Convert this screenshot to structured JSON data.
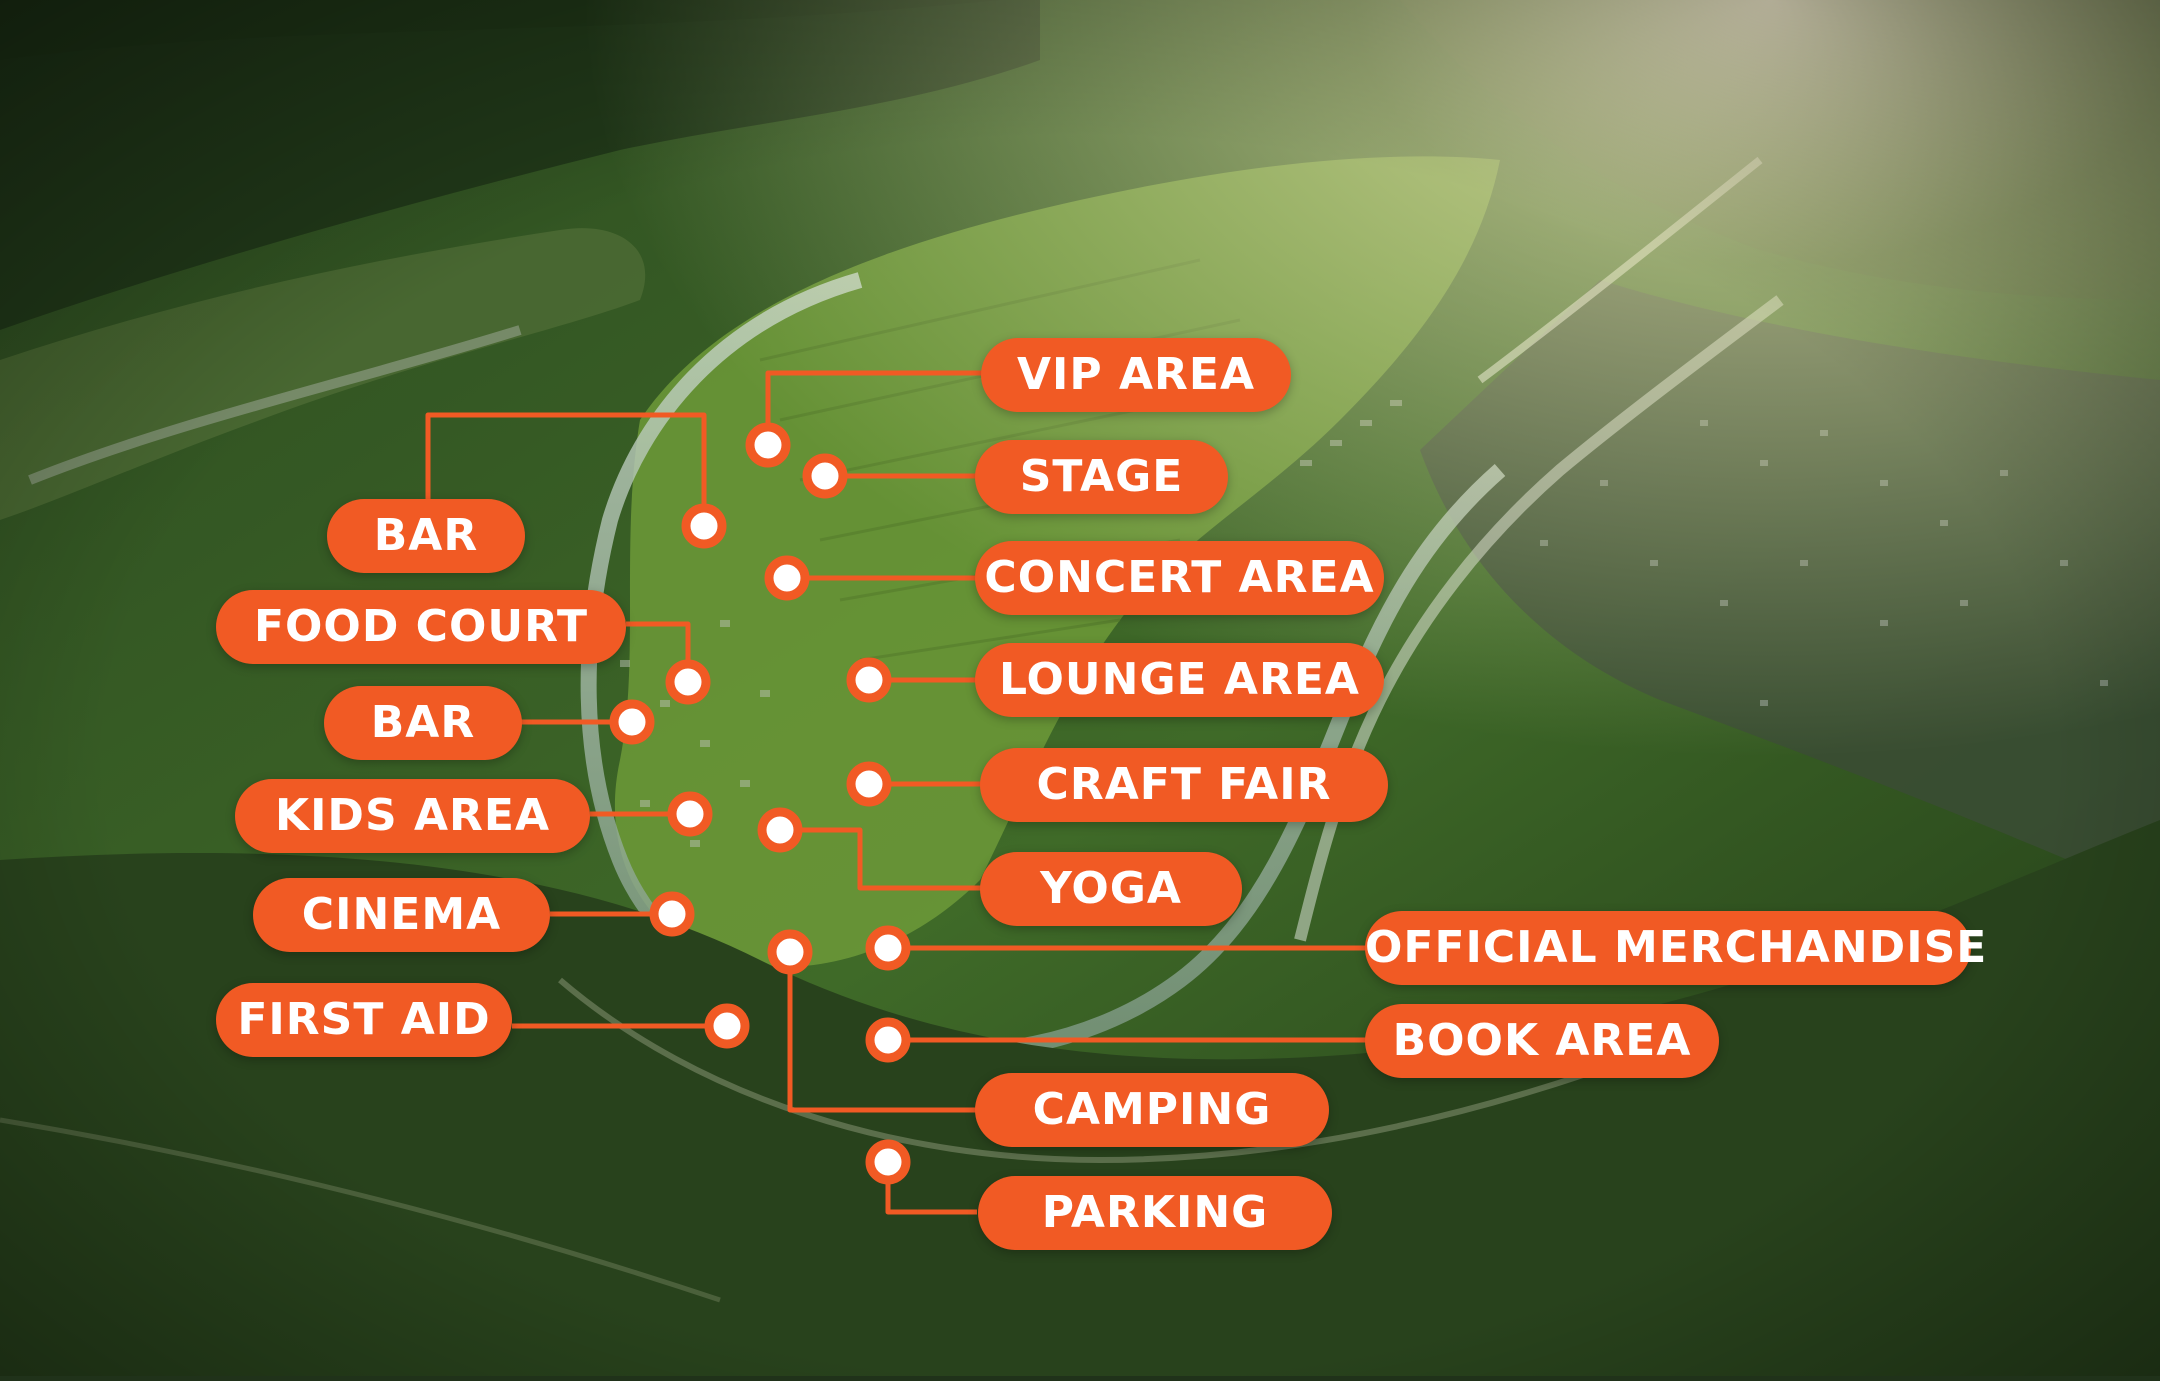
{
  "colors": {
    "accent": "#f15a24",
    "label_text": "#ffffff"
  },
  "labels": {
    "vip_area": "VIP AREA",
    "stage": "STAGE",
    "bar_top": "BAR",
    "concert_area": "CONCERT AREA",
    "food_court": "FOOD COURT",
    "lounge_area": "LOUNGE AREA",
    "bar_middle": "BAR",
    "craft_fair": "CRAFT FAIR",
    "kids_area": "KIDS AREA",
    "yoga": "YOGA",
    "cinema": "CINEMA",
    "official_merchandise": "OFFICIAL MERCHANDISE",
    "first_aid": "FIRST AID",
    "book_area": "BOOK AREA",
    "camping": "CAMPING",
    "parking": "PARKING"
  }
}
